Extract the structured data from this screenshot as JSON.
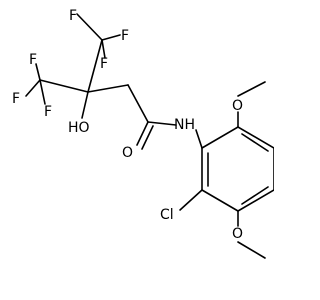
{
  "molecule": {
    "atoms": {
      "f_top_left": "F",
      "f_top_right": "F",
      "f_upper_mid": "F",
      "f_left_top": "F",
      "f_left_bottom": "F",
      "f_lower_mid": "F",
      "hydroxyl": "HO",
      "carbonyl_oxygen": "O",
      "amide_nh": "NH",
      "methoxy_top_oxygen": "O",
      "chlorine": "Cl",
      "methoxy_bottom_oxygen": "O"
    }
  }
}
